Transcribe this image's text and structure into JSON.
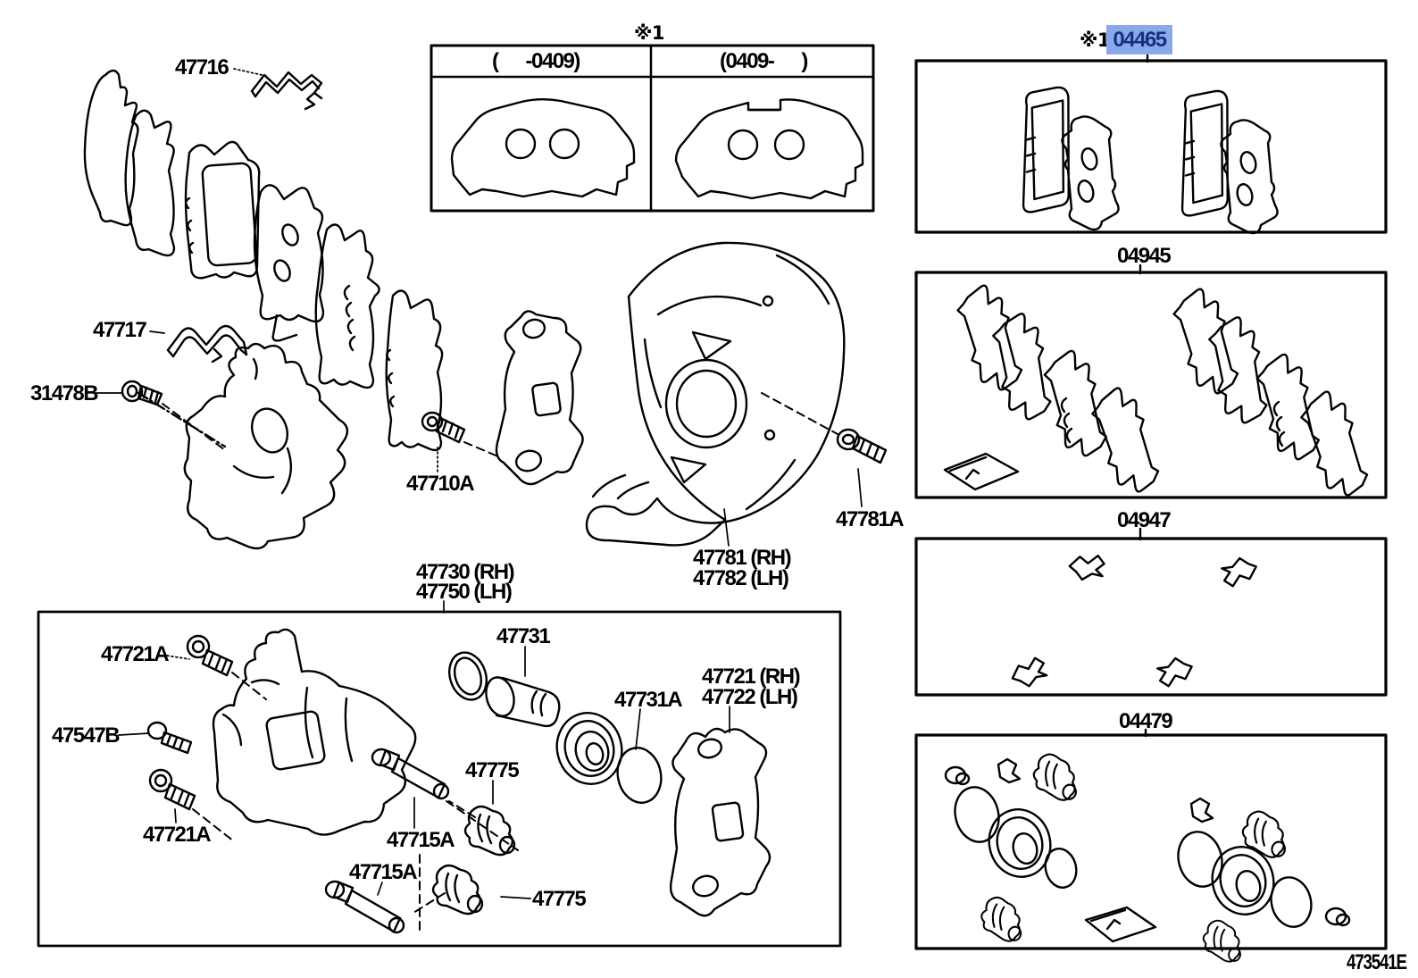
{
  "colors": {
    "highlight_bg": "#8aa9e9",
    "highlight_fg": "#16317f",
    "line": "#000000"
  },
  "note": {
    "symbol": "※1"
  },
  "code": "473541E",
  "variant_table": {
    "header_left": "(      -0409)",
    "header_right": "(0409-      )"
  },
  "kits": {
    "k04465": "04465",
    "k04945": "04945",
    "k04947": "04947",
    "k04479": "04479"
  },
  "parts": {
    "p47716": "47716",
    "p47717": "47717",
    "p31478b": "31478B",
    "p47710a": "47710A",
    "p47730": "47730 (RH)",
    "p47750": "47750 (LH)",
    "p47781": "47781 (RH)",
    "p47782": "47782 (LH)",
    "p47781a": "47781A",
    "p47721a": "47721A",
    "p47547b": "47547B",
    "p47715a": "47715A",
    "p47731": "47731",
    "p47731a": "47731A",
    "p47775": "47775",
    "p47721": "47721 (RH)",
    "p47722": "47722 (LH)"
  }
}
